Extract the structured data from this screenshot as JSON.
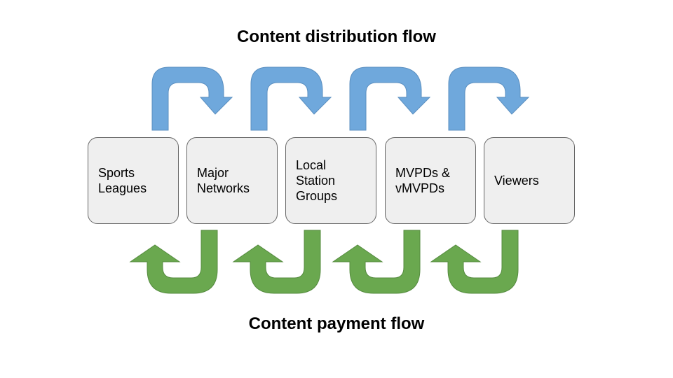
{
  "diagram": {
    "top_title": "Content distribution flow",
    "bottom_title": "Content payment flow",
    "nodes": [
      {
        "label": "Sports\nLeagues"
      },
      {
        "label": "Major\nNetworks"
      },
      {
        "label": "Local\nStation\nGroups"
      },
      {
        "label": "MVPDs &\nvMVPDs"
      },
      {
        "label": "Viewers"
      }
    ],
    "colors": {
      "distribution_arrow": "#6fa8dc",
      "payment_arrow": "#6aa84f",
      "node_fill": "#efefef",
      "node_border": "#666666"
    }
  }
}
